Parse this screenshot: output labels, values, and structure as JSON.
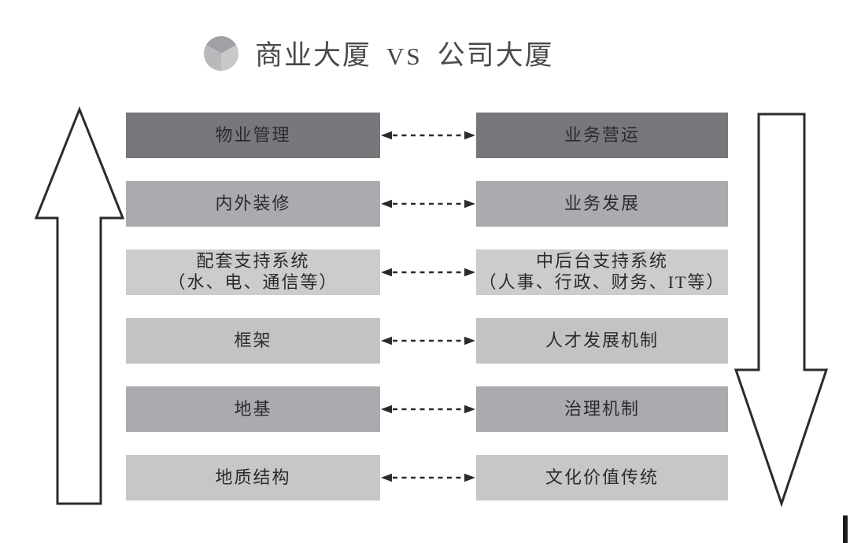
{
  "header": {
    "icon": "pie-chart-icon",
    "title_left": "商业大厦",
    "title_vs": "VS",
    "title_right": "公司大厦"
  },
  "colors": {
    "row_dark": "#77787b",
    "row_medium": "#a9abae",
    "row_light_medium": "#c2c3c5",
    "row_light": "#c6c7c9",
    "row_lightest": "#cbcccd",
    "arrow_outline": "#2e2a27",
    "connector": "#2a2a2a",
    "text": "#2b2b2d",
    "icon_top": "#9fa1a4",
    "icon_left": "#b7b9bb",
    "icon_right": "#c7c8ca"
  },
  "comparison": {
    "left_theme": "商业大厦",
    "right_theme": "公司大厦",
    "rows": [
      {
        "left_lines": [
          "物业管理"
        ],
        "right_lines": [
          "业务营运"
        ]
      },
      {
        "left_lines": [
          "内外装修"
        ],
        "right_lines": [
          "业务发展"
        ]
      },
      {
        "left_lines": [
          "配套支持系统",
          "（水、电、通信等）"
        ],
        "right_lines": [
          "中后台支持系统",
          "（人事、行政、财务、IT等）"
        ]
      },
      {
        "left_lines": [
          "框架"
        ],
        "right_lines": [
          "人才发展机制"
        ]
      },
      {
        "left_lines": [
          "地基"
        ],
        "right_lines": [
          "治理机制"
        ]
      },
      {
        "left_lines": [
          "地质结构"
        ],
        "right_lines": [
          "文化价值传统"
        ]
      }
    ]
  },
  "side_arrows": {
    "left": "up-arrow",
    "right": "down-arrow"
  }
}
